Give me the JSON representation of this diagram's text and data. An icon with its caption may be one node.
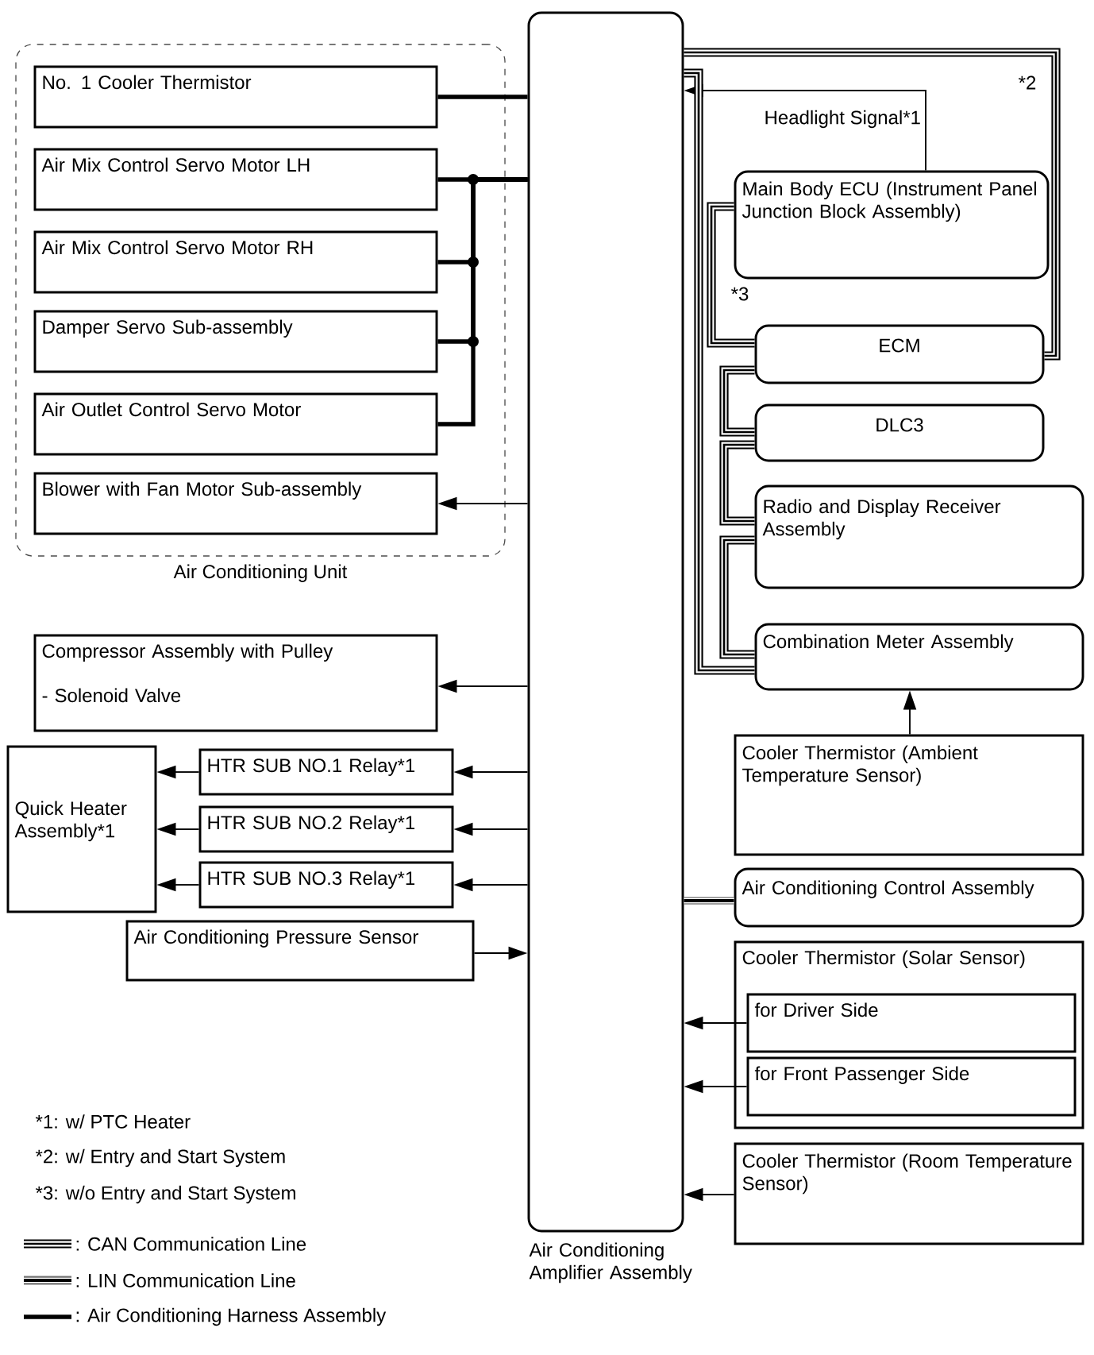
{
  "diagram": {
    "nodes": [
      {
        "text": [
          "Air Conditioning Unit"
        ]
      },
      {
        "text": [
          "No. 1 Cooler Thermistor"
        ],
        "in": 0
      },
      {
        "text": [
          "Air Mix Control Servo Motor LH"
        ],
        "in": 0
      },
      {
        "text": [
          "Air Mix Control Servo Motor RH"
        ],
        "in": 0
      },
      {
        "text": [
          "Damper Servo Sub-assembly"
        ],
        "in": 0
      },
      {
        "text": [
          "Air Outlet Control Servo Motor"
        ],
        "in": 0
      },
      {
        "text": [
          "Blower with Fan Motor Sub-assembly"
        ],
        "in": 0
      },
      {
        "text": [
          "Air Conditioning Amplifier Assembly"
        ]
      },
      {
        "text": [
          "Main Body ECU (Instrument Panel Junction Block Assembly)"
        ]
      },
      {
        "text": [
          "ECM"
        ]
      },
      {
        "text": [
          "DLC3"
        ]
      },
      {
        "text": [
          "Radio and Display Receiver Assembly"
        ]
      },
      {
        "text": [
          "Combination Meter Assembly"
        ]
      },
      {
        "text": [
          "Compressor Assembly with Pulley",
          "- Solenoid Valve"
        ]
      },
      {
        "text": [
          "Quick Heater Assembly*1"
        ]
      },
      {
        "text": [
          "HTR SUB NO.1 Relay*1"
        ]
      },
      {
        "text": [
          "HTR SUB NO.2 Relay*1"
        ]
      },
      {
        "text": [
          "HTR SUB NO.3 Relay*1"
        ]
      },
      {
        "text": [
          "Air Conditioning Pressure Sensor"
        ]
      },
      {
        "text": [
          "Cooler Thermistor (Ambient Temperature Sensor)"
        ]
      },
      {
        "text": [
          "Air Conditioning Control Assembly"
        ]
      },
      {
        "text": [
          "Cooler Thermistor (Solar Sensor)"
        ]
      },
      {
        "text": [
          "for Driver Side"
        ],
        "in": 21
      },
      {
        "text": [
          "for Front Passenger Side"
        ],
        "in": 21
      },
      {
        "text": [
          "Cooler Thermistor (Room Temperature Sensor)"
        ]
      }
    ],
    "edges": [
      {
        "from": 1,
        "to": 7,
        "arrow": "none",
        "style": "thick"
      },
      {
        "from": 2,
        "to": 7,
        "arrow": "none",
        "style": "thick"
      },
      {
        "from": 3,
        "to": 7,
        "arrow": "none",
        "style": "thick"
      },
      {
        "from": 4,
        "to": 7,
        "arrow": "none",
        "style": "thick"
      },
      {
        "from": 5,
        "to": 7,
        "arrow": "none",
        "style": "thick"
      },
      {
        "from": 7,
        "to": 6,
        "arrow": "to"
      },
      {
        "from": 8,
        "to": 7,
        "arrow": "to",
        "label": "Headlight Signal*1"
      },
      {
        "from": 7,
        "to": 9,
        "arrow": "none",
        "style": "thick",
        "label": "*2"
      },
      {
        "from": 8,
        "to": 9,
        "arrow": "none",
        "style": "thick",
        "label": "*3"
      },
      {
        "from": 9,
        "to": 10,
        "arrow": "none",
        "style": "thick"
      },
      {
        "from": 10,
        "to": 11,
        "arrow": "none",
        "style": "thick"
      },
      {
        "from": 11,
        "to": 12,
        "arrow": "none",
        "style": "thick"
      },
      {
        "from": 7,
        "to": 12,
        "arrow": "none",
        "style": "thick"
      },
      {
        "from": 7,
        "to": 13,
        "arrow": "to"
      },
      {
        "from": 7,
        "to": 15,
        "arrow": "to"
      },
      {
        "from": 7,
        "to": 16,
        "arrow": "to"
      },
      {
        "from": 7,
        "to": 17,
        "arrow": "to"
      },
      {
        "from": 15,
        "to": 14,
        "arrow": "to"
      },
      {
        "from": 16,
        "to": 14,
        "arrow": "to"
      },
      {
        "from": 17,
        "to": 14,
        "arrow": "to"
      },
      {
        "from": 18,
        "to": 7,
        "arrow": "to"
      },
      {
        "from": 19,
        "to": 12,
        "arrow": "to"
      },
      {
        "from": 20,
        "to": 7,
        "arrow": "none",
        "style": "thick",
        "color": "#808080"
      },
      {
        "from": 22,
        "to": 7,
        "arrow": "to"
      },
      {
        "from": 23,
        "to": 7,
        "arrow": "to"
      },
      {
        "from": 24,
        "to": 7,
        "arrow": "to"
      }
    ],
    "labels": [
      "*1: w/ PTC Heater",
      "*2: w/ Entry and Start System",
      "*3: w/o Entry and Start System"
    ],
    "legend": [
      {
        "text": ": CAN Communication Line"
      },
      {
        "text": ": LIN Communication Line"
      },
      {
        "text": ": Air Conditioning Harness Assembly"
      }
    ]
  }
}
